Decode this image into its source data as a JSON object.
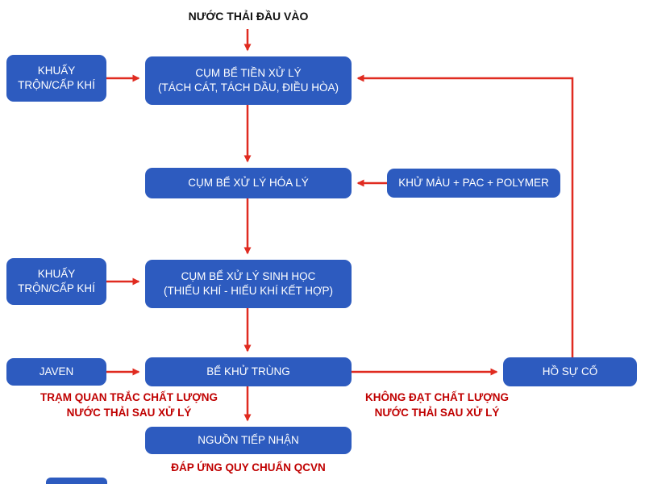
{
  "title": "NƯỚC THẢI ĐẦU VÀO",
  "colors": {
    "box_fill": "#2d5bbf",
    "box_text": "#ffffff",
    "arrow": "#e02b20",
    "label_text": "#c00000",
    "title_text": "#111111",
    "background": "#ffffff"
  },
  "nodes": {
    "mixing1": {
      "label": "KHUẤY\nTRỘN/CẤP KHÍ"
    },
    "pretreatment": {
      "label": "CỤM BỂ TIỀN XỬ LÝ\n(TÁCH CÁT, TÁCH DẦU, ĐIỀU HÒA)"
    },
    "chemical": {
      "label": "CỤM BỂ XỬ LÝ HÓA LÝ"
    },
    "decolor": {
      "label": "KHỬ MÀU + PAC + POLYMER"
    },
    "biological": {
      "label": "CỤM BỂ XỬ LÝ SINH HỌC\n(THIẾU KHÍ - HIẾU KHÍ KẾT HỢP)"
    },
    "mixing2": {
      "label": "KHUẤY\nTRỘN/CẤP KHÍ"
    },
    "javen": {
      "label": "JAVEN"
    },
    "disinfection": {
      "label": "BỂ KHỬ TRÙNG"
    },
    "emergency": {
      "label": "HỒ SỰ CỐ"
    },
    "receiving": {
      "label": "NGUỒN TIẾP NHẬN"
    }
  },
  "annotations": {
    "monitor": {
      "label": "TRẠM QUAN TRẮC CHẤT LƯỢNG\nNƯỚC THẢI SAU XỬ LÝ"
    },
    "fail": {
      "label": "KHÔNG ĐẠT CHẤT LƯỢNG\nNƯỚC THẢI SAU XỬ LÝ"
    },
    "qcvn": {
      "label": "ĐÁP ỨNG QUY CHUẨN QCVN"
    }
  }
}
